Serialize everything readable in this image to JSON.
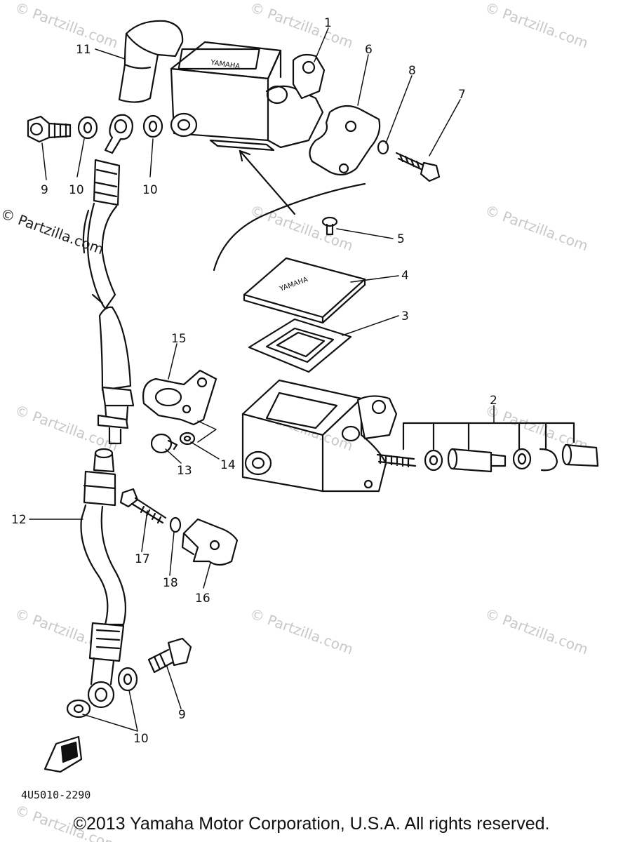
{
  "diagram": {
    "part_numbers": [
      "1",
      "2",
      "3",
      "4",
      "5",
      "6",
      "7",
      "8",
      "9",
      "10",
      "11",
      "12",
      "13",
      "14",
      "15",
      "16",
      "17",
      "18"
    ],
    "labels": {
      "p1": "1",
      "p2": "2",
      "p3": "3",
      "p4": "4",
      "p5": "5",
      "p6": "6",
      "p7": "7",
      "p8": "8",
      "p9a": "9",
      "p9b": "9",
      "p10a": "10",
      "p10b": "10",
      "p10c": "10",
      "p11": "11",
      "p12": "12",
      "p13": "13",
      "p14": "14",
      "p15": "15",
      "p16": "16",
      "p17": "17",
      "p18": "18"
    },
    "drawing_code": "4U5010-2290",
    "reservoir_logo": "YAMAHA",
    "watermark": "© Partzilla.com",
    "side_watermark": "© Partzilla.com"
  },
  "footer": {
    "copyright": "©2013 Yamaha Motor Corporation, U.S.A. All rights reserved."
  },
  "colors": {
    "ink": "#111111",
    "watermark": "#c8c8c8",
    "background": "#ffffff"
  }
}
